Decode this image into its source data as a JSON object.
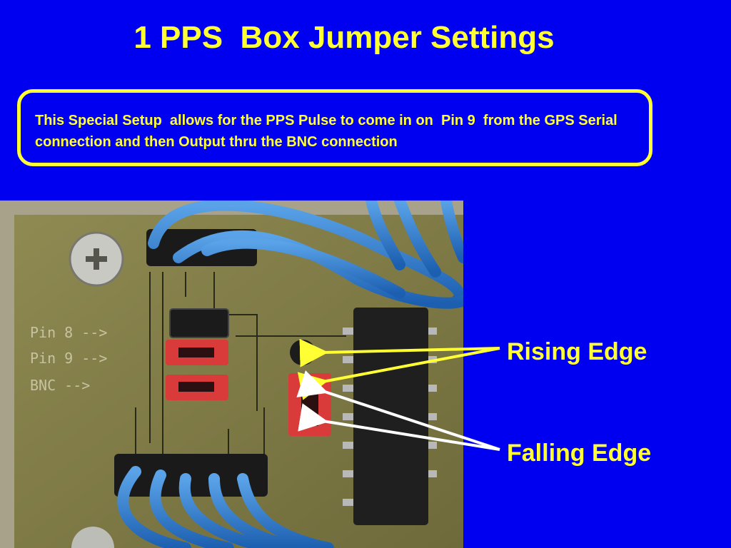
{
  "slide": {
    "title": "1 PPS  Box Jumper Settings",
    "callout_text": "This Special Setup  allows for the PPS Pulse to come in on  Pin 9  from the GPS Serial connection and then Output thru the BNC connection",
    "photo": {
      "board_labels": [
        "Pin 8  -->",
        "Pin 9  -->",
        "BNC    -->"
      ]
    },
    "labels": {
      "rising_edge": "Rising Edge",
      "falling_edge": "Falling Edge"
    }
  }
}
